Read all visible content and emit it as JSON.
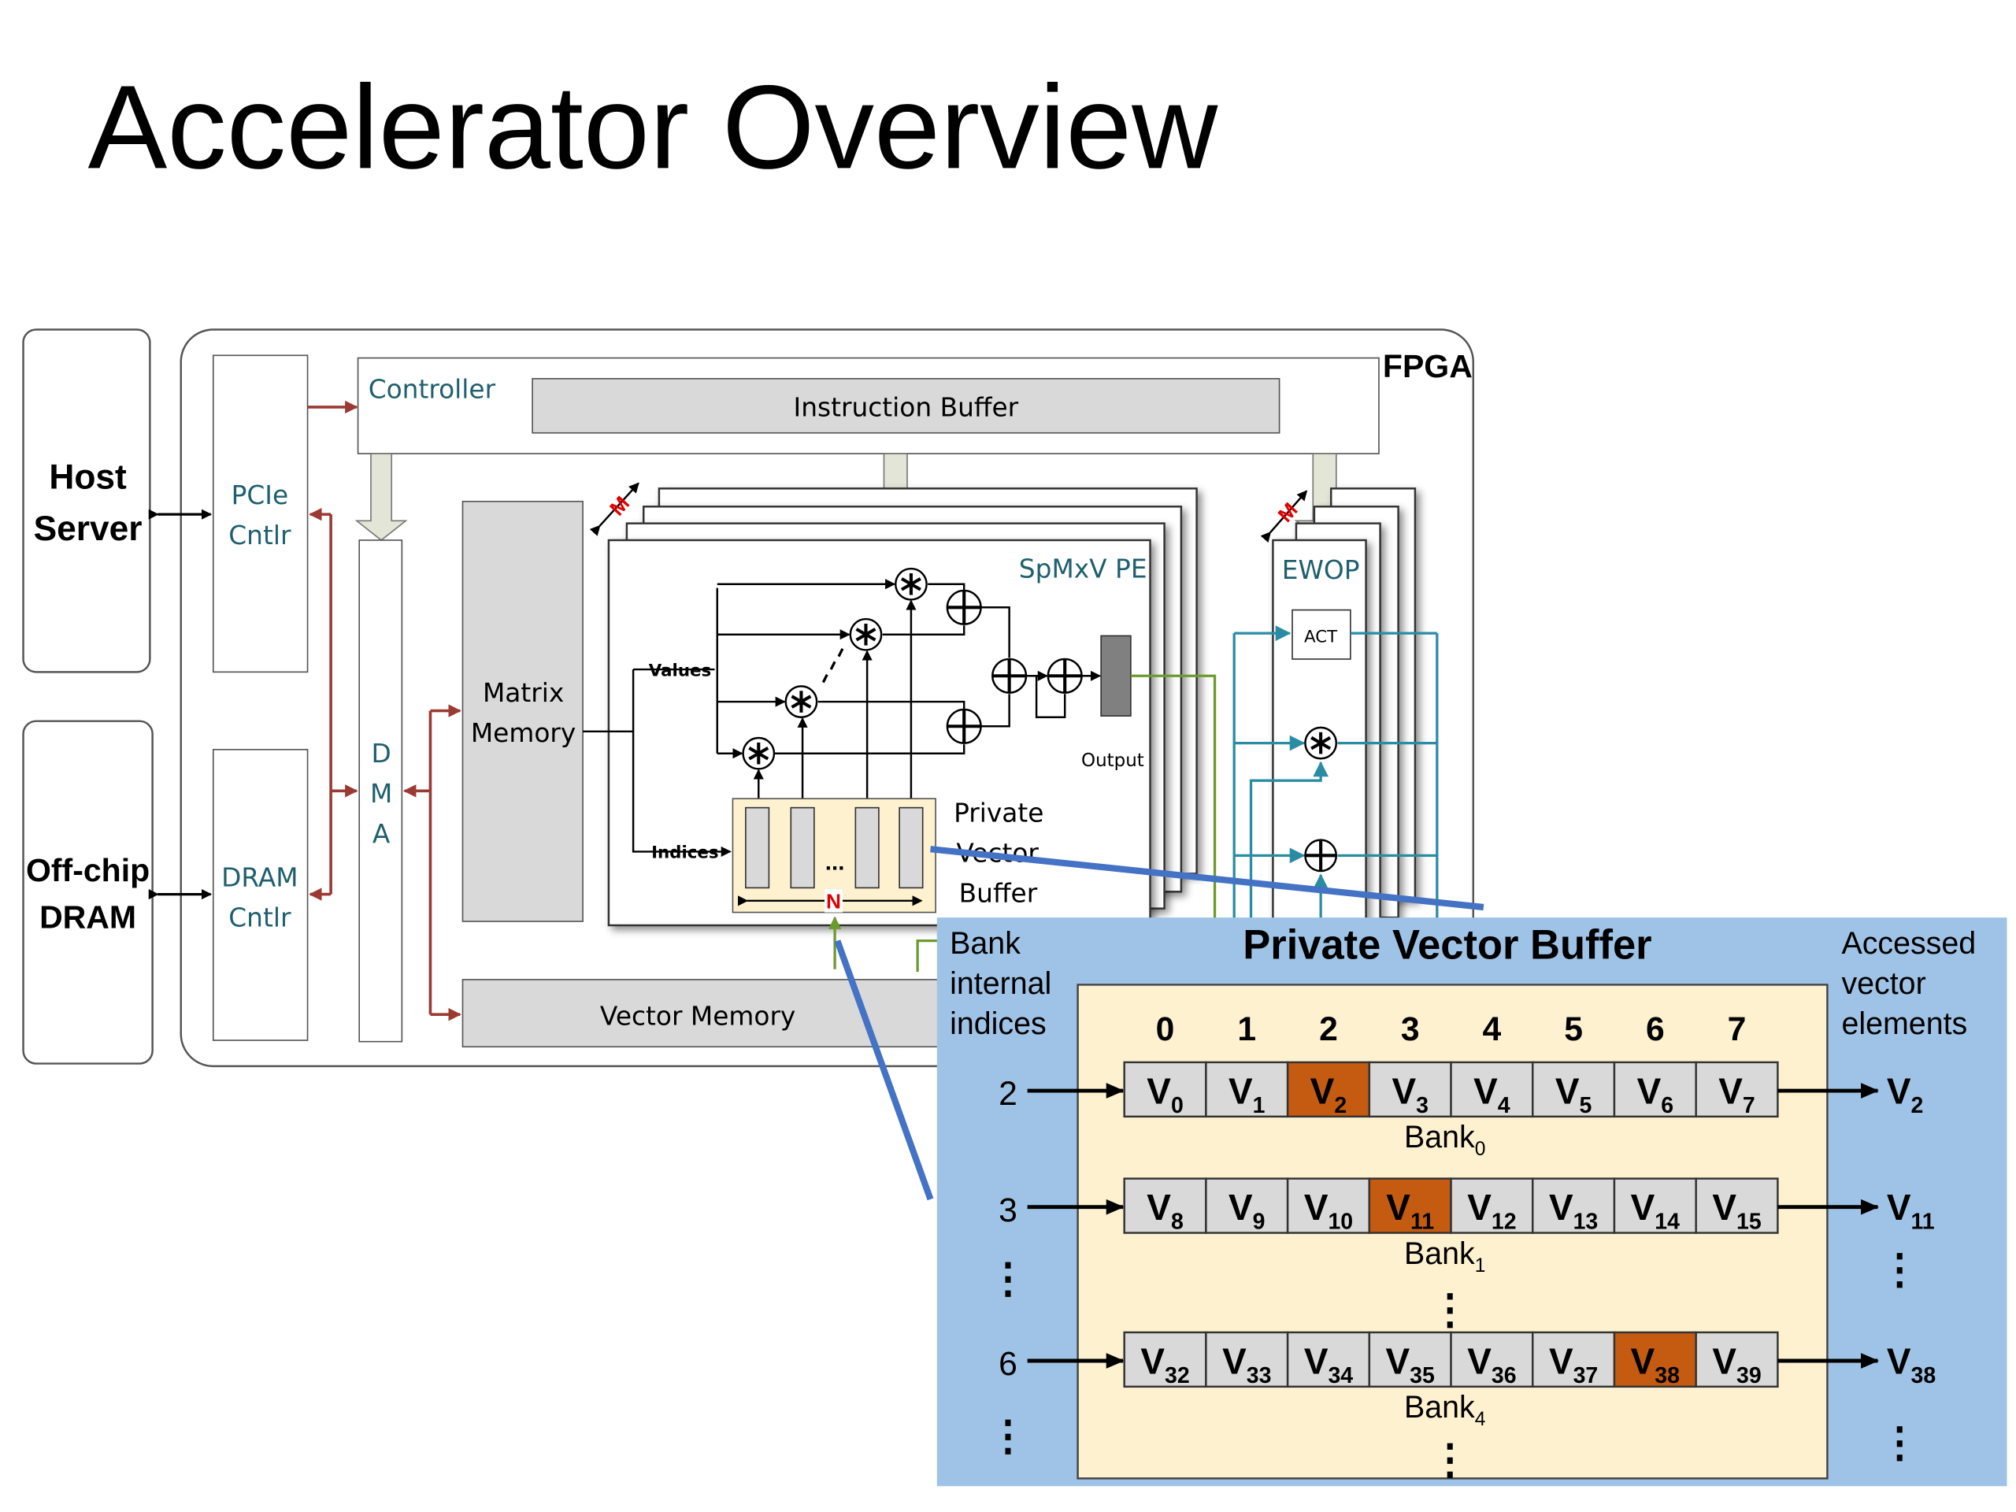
{
  "title": "Accelerator Overview",
  "blocks": {
    "host": [
      "Host",
      "Server"
    ],
    "offchip": [
      "Off-chip",
      "DRAM"
    ],
    "fpga": "FPGA",
    "pcie": [
      "PCIe",
      "Cntlr"
    ],
    "dram_cntlr": [
      "DRAM",
      "Cntlr"
    ],
    "controller": "Controller",
    "instruction_buffer": "Instruction Buffer",
    "dma": [
      "D",
      "M",
      "A"
    ],
    "matrix_memory": [
      "Matrix",
      "Memory"
    ],
    "vector_memory": "Vector Memory",
    "spmxv_pe": "SpMxV PE",
    "values": "Values",
    "indices": "Indices",
    "output": "Output",
    "pvb_label": [
      "Private",
      "Vector",
      "Buffer"
    ],
    "ellipsis": "...",
    "n_label": "N",
    "m_label": "M",
    "ewop": "EWOP",
    "act": "ACT",
    "mul_symbol": "✱",
    "add_symbol": "+"
  },
  "inset": {
    "title": "Private Vector Buffer",
    "left_label": [
      "Bank",
      "internal",
      "indices"
    ],
    "right_label": [
      "Accessed",
      "vector",
      "elements"
    ],
    "columns": [
      "0",
      "1",
      "2",
      "3",
      "4",
      "5",
      "6",
      "7"
    ],
    "vdots": "⋮",
    "highlight_color": "#c55a11",
    "rows": [
      {
        "index": "2",
        "bank": "Bank",
        "bank_sub": "0",
        "cells": [
          "0",
          "1",
          "2",
          "3",
          "4",
          "5",
          "6",
          "7"
        ],
        "selected": 2,
        "out": "2"
      },
      {
        "index": "3",
        "bank": "Bank",
        "bank_sub": "1",
        "cells": [
          "8",
          "9",
          "10",
          "11",
          "12",
          "13",
          "14",
          "15"
        ],
        "selected": 3,
        "out": "11"
      },
      {
        "index": "6",
        "bank": "Bank",
        "bank_sub": "4",
        "cells": [
          "32",
          "33",
          "34",
          "35",
          "36",
          "37",
          "38",
          "39"
        ],
        "selected": 6,
        "out": "38"
      }
    ],
    "cell_prefix": "V"
  }
}
